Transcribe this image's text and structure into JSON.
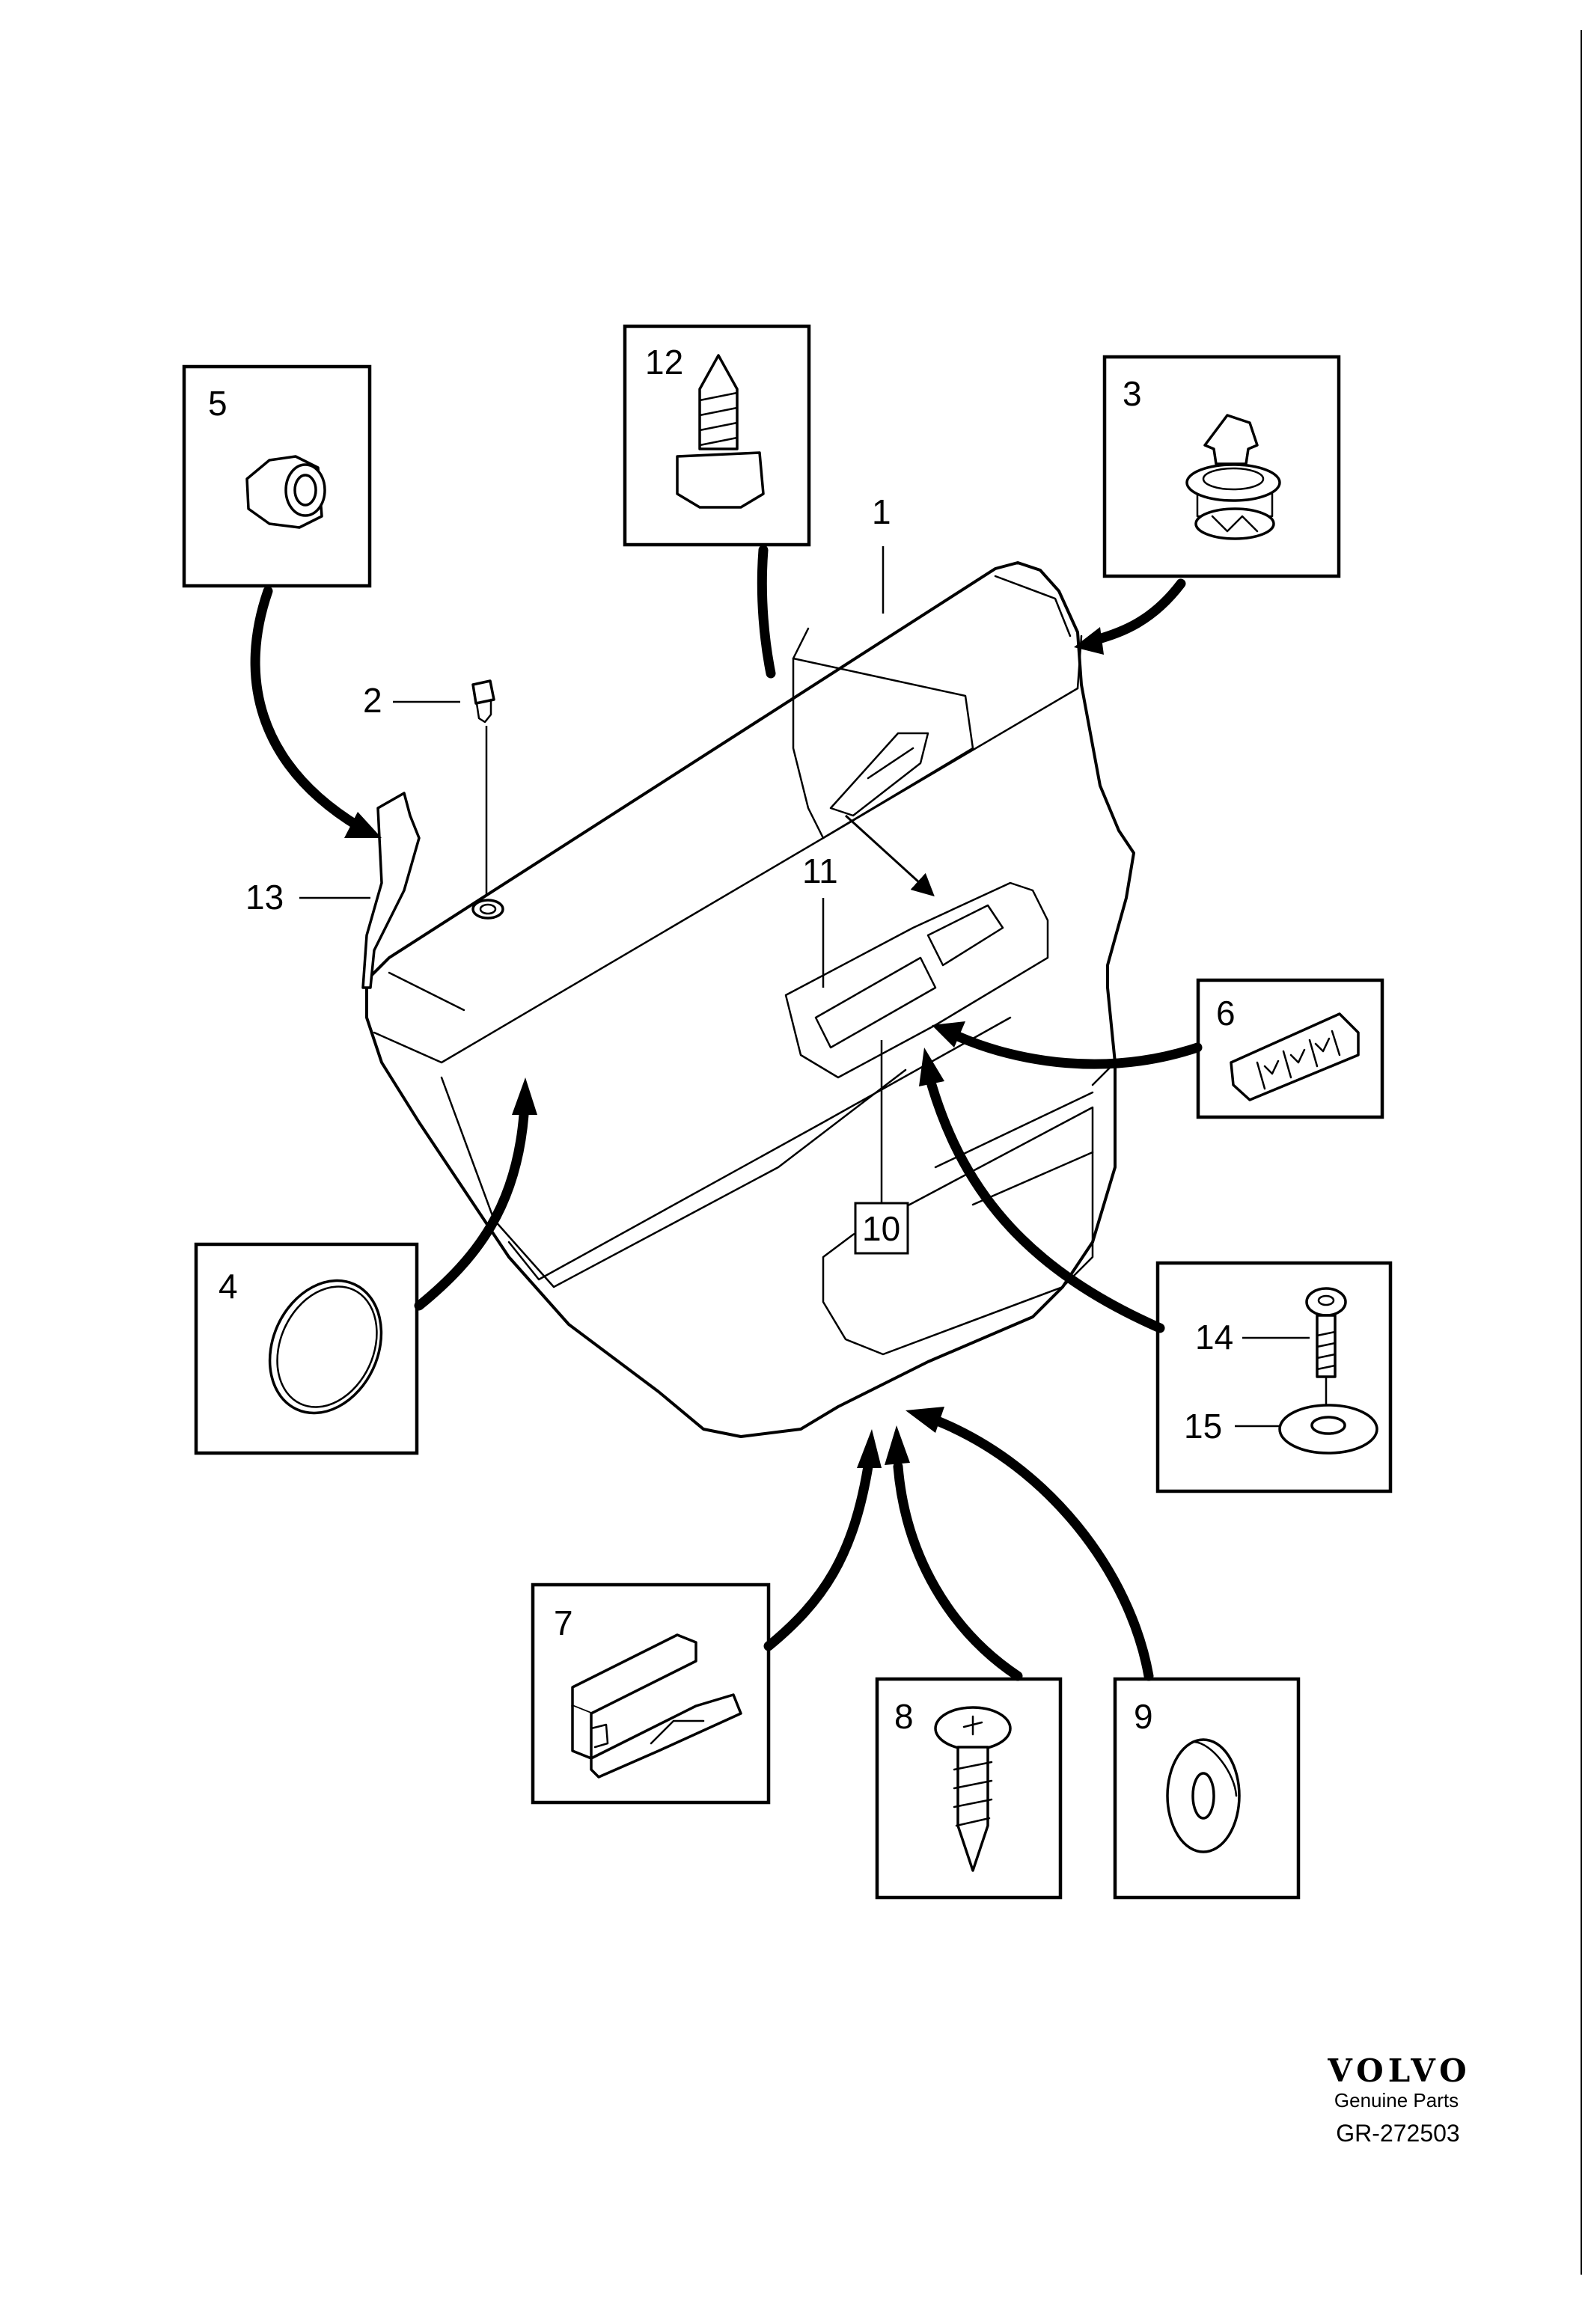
{
  "callouts": {
    "c1": "1",
    "c2": "2",
    "c3": "3",
    "c4": "4",
    "c5": "5",
    "c6": "6",
    "c7": "7",
    "c8": "8",
    "c9": "9",
    "c10": "10",
    "c11": "11",
    "c12": "12",
    "c13": "13",
    "c14": "14",
    "c15": "15"
  },
  "branding": {
    "logo": "VOLVO",
    "tagline": "Genuine Parts",
    "figure_code": "GR-272503"
  }
}
